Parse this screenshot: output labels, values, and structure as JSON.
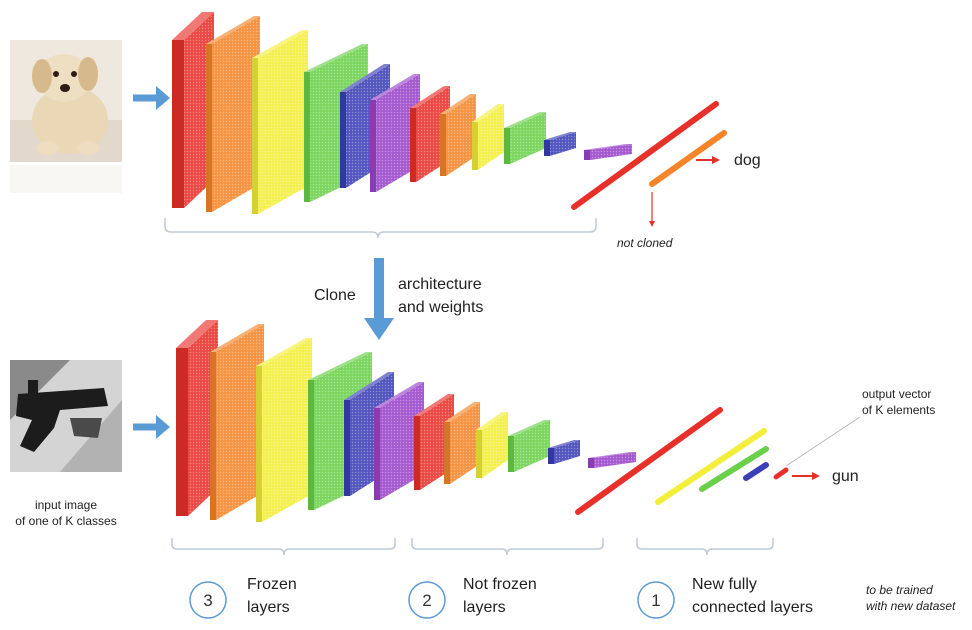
{
  "top_output_label": "dog",
  "not_cloned_label": "not cloned",
  "clone_label": "Clone",
  "clone_detail_line1": "architecture",
  "clone_detail_line2": "and weights",
  "output_vector_line1": "output vector",
  "output_vector_line2": "of K elements",
  "bottom_output_label": "gun",
  "input_caption_line1": "input image",
  "input_caption_line2": "of one of K classes",
  "groups": [
    {
      "number": "3",
      "line1": "Frozen",
      "line2": "layers"
    },
    {
      "number": "2",
      "line1": "Not frozen",
      "line2": "layers"
    },
    {
      "number": "1",
      "line1": "New fully",
      "line2": "connected layers"
    }
  ],
  "train_note_line1": "to be trained",
  "train_note_line2": "with new dataset",
  "colors": {
    "red": "#e8302a",
    "orange": "#f5852a",
    "yellow": "#f2ee3a",
    "green": "#6ad04a",
    "blue": "#3b3fb5",
    "purple": "#9a44c8",
    "arrow_blue": "#5b9bd5",
    "arrow_red": "#e8302a",
    "circle": "#5b9bd5"
  }
}
